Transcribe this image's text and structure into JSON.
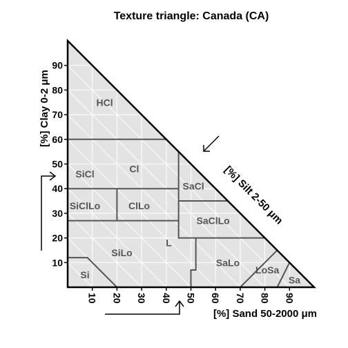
{
  "chart_data": {
    "type": "ternary",
    "title": "Texture triangle: Canada (CA)",
    "axes": {
      "clay": {
        "label": "[%] Clay 0-2 μm",
        "ticks": [
          10,
          20,
          30,
          40,
          50,
          60,
          70,
          80,
          90
        ]
      },
      "silt": {
        "label": "[%] Silt 2-50 μm"
      },
      "sand": {
        "label": "[%] Sand 50-2000 μm",
        "ticks": [
          10,
          20,
          30,
          40,
          50,
          60,
          70,
          80,
          90
        ]
      }
    },
    "grid": true,
    "classes": [
      {
        "name": "HCl",
        "clay": 75,
        "sand": 15
      },
      {
        "name": "Cl",
        "clay": 48,
        "sand": 27
      },
      {
        "name": "SiCl",
        "clay": 46,
        "sand": 7
      },
      {
        "name": "SiClLo",
        "clay": 33,
        "sand": 7
      },
      {
        "name": "ClLo",
        "clay": 33,
        "sand": 29
      },
      {
        "name": "SaCl",
        "clay": 41,
        "sand": 51
      },
      {
        "name": "SaClLo",
        "clay": 27,
        "sand": 59
      },
      {
        "name": "L",
        "clay": 18,
        "sand": 41
      },
      {
        "name": "SiLo",
        "clay": 14,
        "sand": 22
      },
      {
        "name": "Si",
        "clay": 5,
        "sand": 7
      },
      {
        "name": "SaLo",
        "clay": 10,
        "sand": 65
      },
      {
        "name": "LoSa",
        "clay": 7,
        "sand": 81
      },
      {
        "name": "Sa",
        "clay": 3,
        "sand": 92
      }
    ],
    "boundaries": [
      [
        [
          0,
          60
        ],
        [
          40,
          60
        ]
      ],
      [
        [
          0,
          40
        ],
        [
          45,
          40
        ]
      ],
      [
        [
          20,
          40
        ],
        [
          20,
          27
        ],
        [
          0,
          27
        ]
      ],
      [
        [
          20,
          27
        ],
        [
          45,
          27
        ]
      ],
      [
        [
          45,
          55
        ],
        [
          45,
          20
        ],
        [
          52,
          20
        ]
      ],
      [
        [
          45,
          35
        ],
        [
          65,
          35
        ]
      ],
      [
        [
          52,
          20
        ],
        [
          52,
          7
        ],
        [
          50,
          7
        ],
        [
          50,
          0
        ]
      ],
      [
        [
          52,
          20
        ],
        [
          80,
          20
        ]
      ],
      [
        [
          0,
          12
        ],
        [
          8,
          12
        ],
        [
          20,
          0
        ]
      ],
      [
        [
          70,
          0
        ],
        [
          85,
          15
        ]
      ],
      [
        [
          85,
          0
        ],
        [
          90,
          10
        ]
      ]
    ]
  }
}
